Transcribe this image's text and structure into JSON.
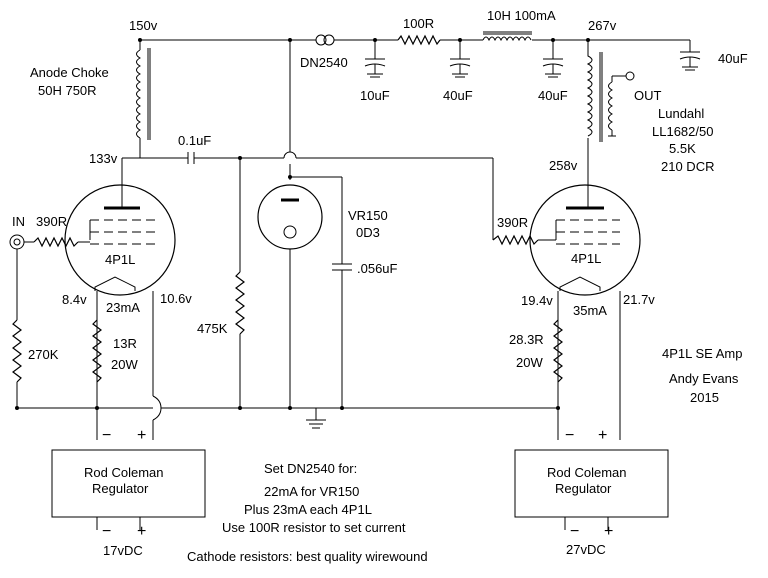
{
  "labels": {
    "b_150v": "150v",
    "b_267v": "267v",
    "choke_title": "Anode Choke",
    "choke_value": "50H  750R",
    "dn2540": "DN2540",
    "r100": "100R",
    "choke10": "10H 100mA",
    "c10uf": "10uF",
    "c40uf_a": "40uF",
    "c40uf_b": "40uF",
    "c40uf_c": "40uF",
    "v133": "133v",
    "c01uf": "0.1uF",
    "out": "OUT",
    "lundahl": "Lundahl",
    "ll1682": "LL1682/50",
    "imp": "5.5K",
    "dcr": "210 DCR",
    "v258": "258v",
    "in": "IN",
    "r390a": "390R",
    "r390b": "390R",
    "vr150": "VR150",
    "od3": "0D3",
    "c056": ".056uF",
    "tube1": "4P1L",
    "tube2": "4P1L",
    "v84": "8.4v",
    "v106": "10.6v",
    "ma23": "23mA",
    "v194": "19.4v",
    "v217": "21.7v",
    "ma35": "35mA",
    "r270k": "270K",
    "r13a": "13R",
    "r13b": "20W",
    "r475k": "475K",
    "r283a": "28.3R",
    "r283b": "20W",
    "title1": "4P1L   SE Amp",
    "title2": "Andy Evans",
    "title3": "2015",
    "reg1a": "Rod Coleman",
    "reg1b": "Regulator",
    "reg2a": "Rod Coleman",
    "reg2b": "Regulator",
    "minus": "−",
    "plus": "+",
    "v17dc": "17vDC",
    "v27dc": "27vDC",
    "note1": "Set DN2540 for:",
    "note2": "22mA for VR150",
    "note3": "Plus 23mA each 4P1L",
    "note4": "Use 100R resistor to set current",
    "note5": "Cathode resistors: best quality wirewound"
  }
}
